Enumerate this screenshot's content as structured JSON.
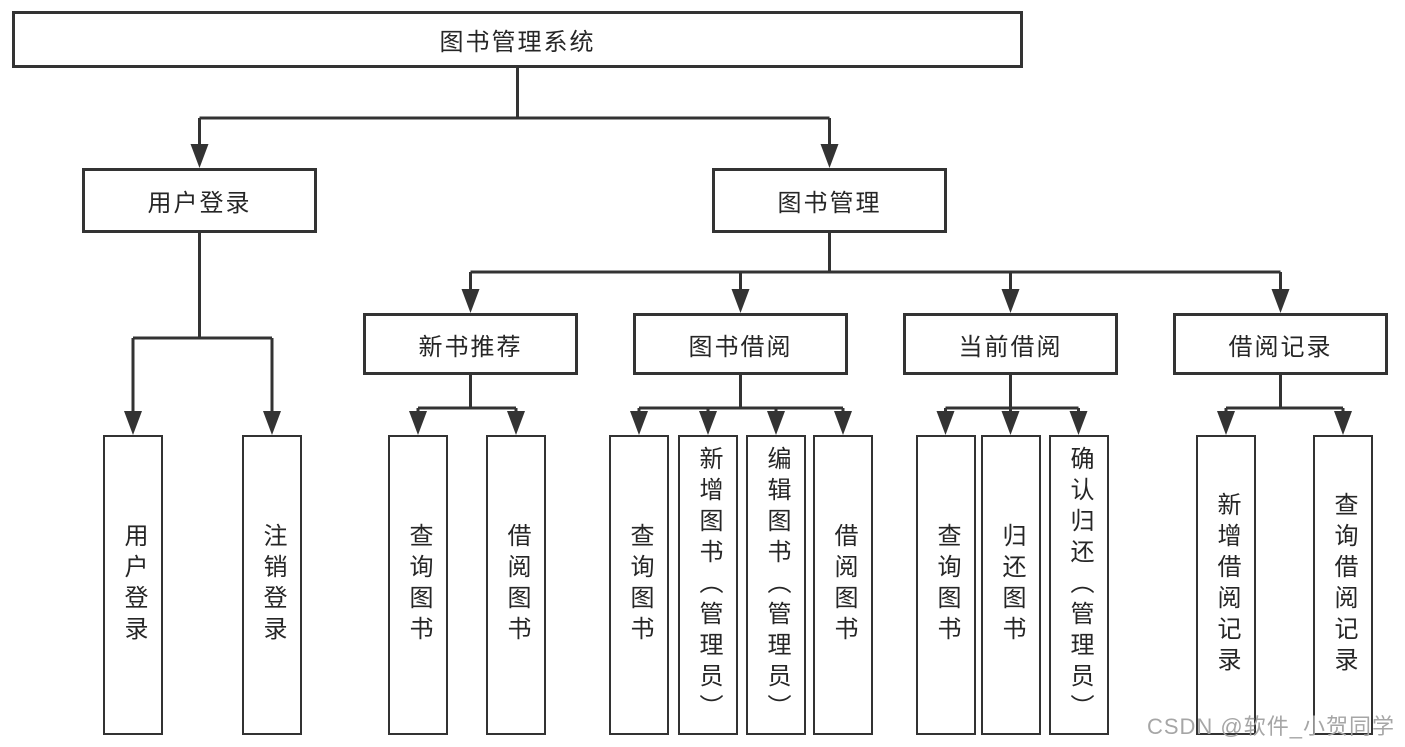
{
  "colors": {
    "line": "#333333",
    "text": "#262626",
    "box_background": "#ffffff",
    "page_background": "#ffffff",
    "watermark": "#a6a6a6"
  },
  "nodes": {
    "root": "图书管理系统",
    "user_login": "用户登录",
    "book_management": "图书管理",
    "new_book_recommendation": "新书推荐",
    "book_borrowing": "图书借阅",
    "current_borrowing": "当前借阅",
    "borrowing_records": "借阅记录",
    "leaf_user_login": "用户登录",
    "leaf_logout": "注销登录",
    "leaf_query_books_recommend": "查询图书",
    "leaf_borrow_books_recommend": "借阅图书",
    "leaf_query_books_borrowing": "查询图书",
    "leaf_add_books_admin": "新增图书（管理员）",
    "leaf_edit_books_admin": "编辑图书（管理员）",
    "leaf_borrow_books_borrowing": "借阅图书",
    "leaf_query_books_current": "查询图书",
    "leaf_return_books": "归还图书",
    "leaf_confirm_return_admin": "确认归还（管理员）",
    "leaf_add_borrow_record": "新增借阅记录",
    "leaf_query_borrow_record": "查询借阅记录"
  },
  "watermark": "CSDN @软件_小贺同学"
}
